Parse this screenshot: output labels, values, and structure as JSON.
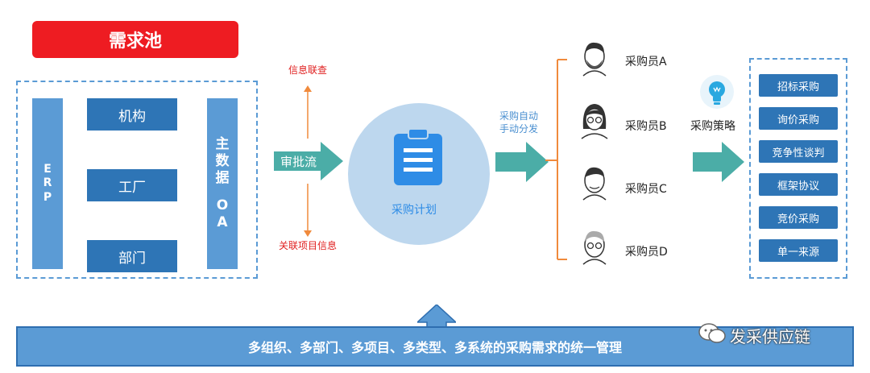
{
  "pool_title": "需求池",
  "erp_label": "E R P",
  "erp_chars": [
    "E",
    "R",
    "P"
  ],
  "master_chars": [
    "主",
    "数",
    "据",
    "",
    "O",
    "A"
  ],
  "org_boxes": [
    "机构",
    "工厂",
    "部门"
  ],
  "approval_label": "审批流",
  "info_check": "信息联查",
  "related_info": "关联项目信息",
  "plan_label": "采购计划",
  "auto_dispatch": [
    "采购自动",
    "手动分发"
  ],
  "buyers": [
    "采购员A",
    "采购员B",
    "采购员C",
    "采购员D"
  ],
  "strategy_label": "采购策略",
  "methods": [
    "招标采购",
    "询价采购",
    "竞争性谈判",
    "框架协议",
    "竞价采购",
    "单一来源"
  ],
  "banner_text": "多组织、多部门、多项目、多类型、多系统的采购需求的统一管理",
  "watermark": "发采供应链",
  "colors": {
    "red": "#ee1c22",
    "blue": "#5b9bd5",
    "dark_blue": "#2e75b6",
    "teal": "#4bada7",
    "orange": "#f08a3c"
  }
}
